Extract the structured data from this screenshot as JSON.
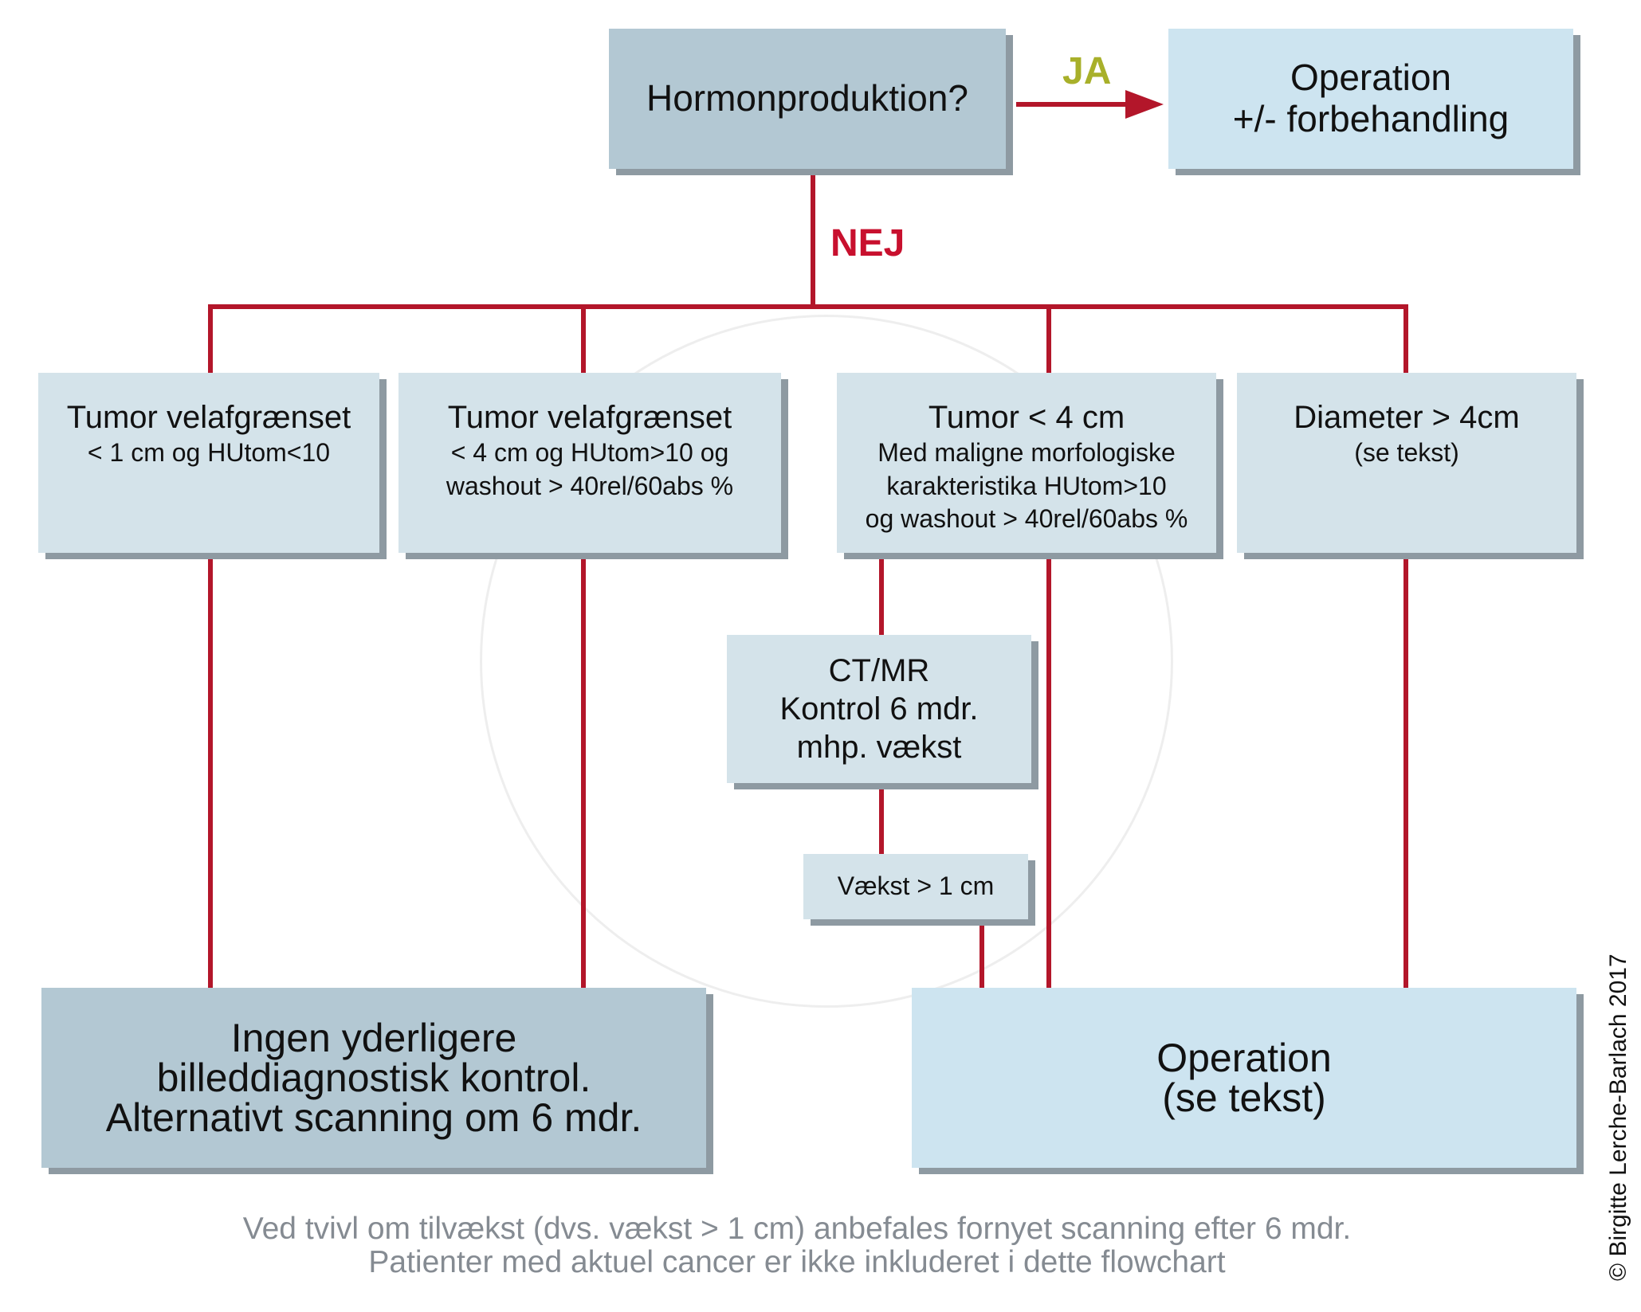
{
  "colors": {
    "connector": "#b3162a",
    "ja": "#a8b02a",
    "nej": "#c8102e",
    "dark_box": "#b3c8d3",
    "pale_box": "#d4e3ea",
    "light_box": "#cde4f0"
  },
  "nodes": {
    "hormone": {
      "text": "Hormonproduktion?"
    },
    "operation_top": {
      "line1": "Operation",
      "line2": "+/- forbehandling"
    },
    "tumor1": {
      "title": "Tumor velafgrænset",
      "sub1": "< 1 cm og HUtom<10"
    },
    "tumor2": {
      "title": "Tumor velafgrænset",
      "sub1": "< 4 cm og HUtom>10 og",
      "sub2": "washout > 40rel/60abs %"
    },
    "tumor3": {
      "title": "Tumor < 4 cm",
      "sub1": "Med maligne morfologiske",
      "sub2": "karakteristika HUtom>10",
      "sub3": "og washout > 40rel/60abs %"
    },
    "diameter": {
      "title": "Diameter > 4cm",
      "sub1": "(se tekst)"
    },
    "ctmr": {
      "line1": "CT/MR",
      "line2": "Kontrol 6 mdr.",
      "line3": "mhp. vækst"
    },
    "vaekst": {
      "text": "Vækst > 1 cm"
    },
    "ingen": {
      "line1": "Ingen yderligere",
      "line2": "billeddiagnostisk kontrol.",
      "line3": "Alternativt scanning om 6 mdr."
    },
    "operation_bottom": {
      "line1": "Operation",
      "line2": "(se tekst)"
    }
  },
  "edge_labels": {
    "ja": "JA",
    "nej": "NEJ"
  },
  "footer": {
    "line1": "Ved tvivl om tilvækst (dvs. vækst > 1 cm) anbefales fornyet scanning efter 6 mdr.",
    "line2": "Patienter med aktuel cancer er ikke inkluderet i dette flowchart"
  },
  "copyright": "© Birgitte Lerche-Barlach 2017"
}
